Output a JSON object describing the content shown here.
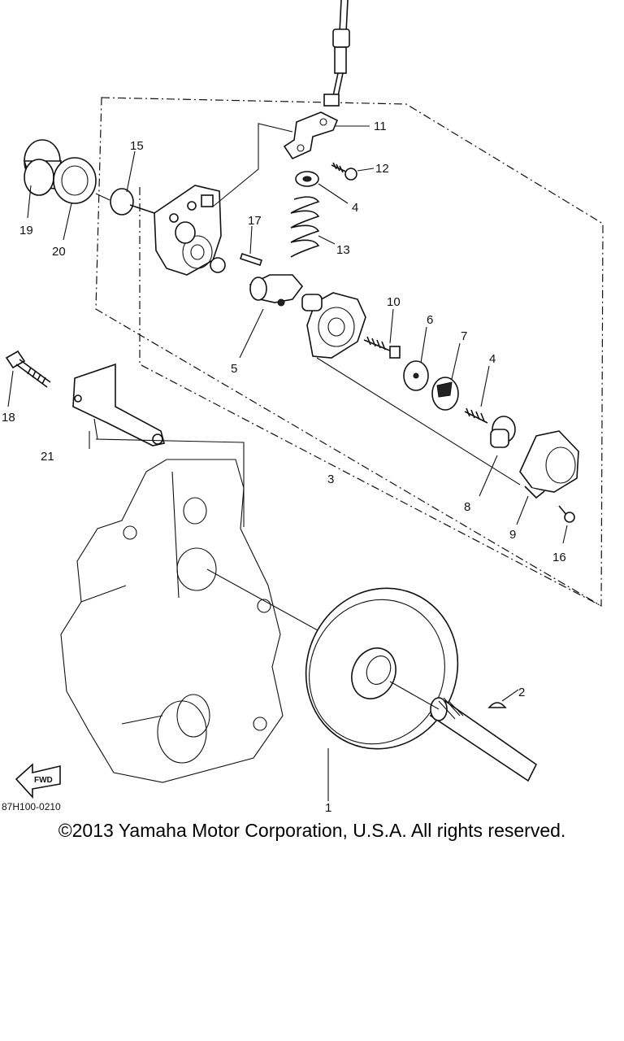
{
  "labels": {
    "p1": "1",
    "p2": "2",
    "p3": "3",
    "p4a": "4",
    "p4b": "4",
    "p5": "5",
    "p6": "6",
    "p7": "7",
    "p8": "8",
    "p9": "9",
    "p10": "10",
    "p11": "11",
    "p12": "12",
    "p13": "13",
    "p15": "15",
    "p16": "16",
    "p17": "17",
    "p18": "18",
    "p19": "19",
    "p20": "20",
    "p21": "21"
  },
  "fwd_label": "FWD",
  "diagram_code": "87H100-0210",
  "copyright": "©2013 Yamaha Motor Corporation, U.S.A. All rights reserved."
}
